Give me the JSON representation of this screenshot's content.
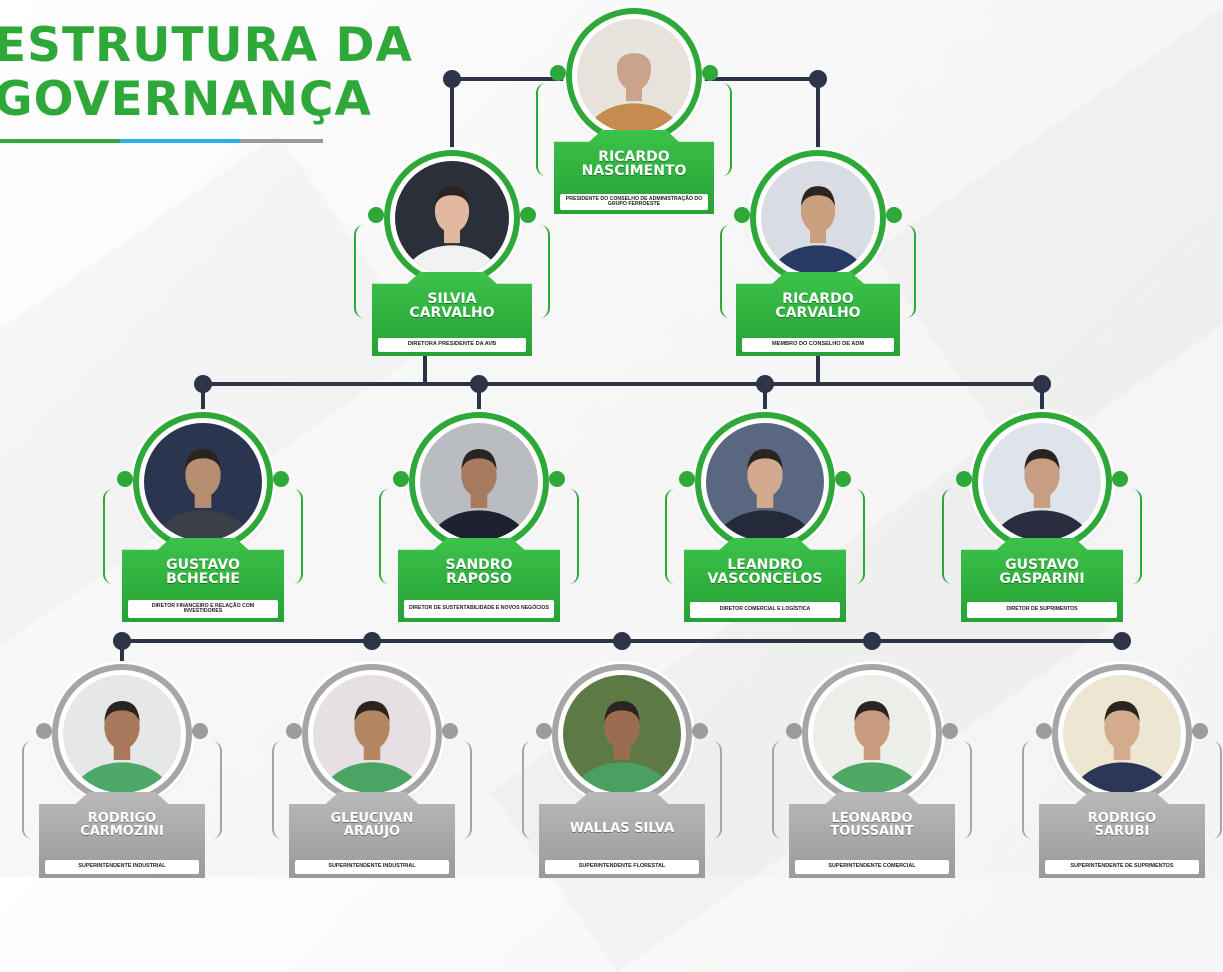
{
  "title": {
    "line1": "ESTRUTURA DA",
    "line2": "GOVERNANÇA"
  },
  "colors": {
    "green": "#2fa83a",
    "navy": "#2e3448",
    "gray": "#a6a6a6",
    "accent_blue": "#28b0e6"
  },
  "people": [
    {
      "name_l1": "RICARDO",
      "name_l2": "NASCIMENTO",
      "role": "PRESIDENTE DO CONSELHO DE ADMINISTRAÇÃO DO GRUPO FERROESTE",
      "tier": "green"
    },
    {
      "name_l1": "SILVIA",
      "name_l2": "CARVALHO",
      "role": "DIRETORA PRESIDENTE DA AVB",
      "tier": "green"
    },
    {
      "name_l1": "RICARDO",
      "name_l2": "CARVALHO",
      "role": "MEMBRO DO CONSELHO DE ADM",
      "tier": "green"
    },
    {
      "name_l1": "GUSTAVO",
      "name_l2": "BCHECHE",
      "role": "DIRETOR FINANCEIRO E RELAÇÃO COM INVESTIDORES",
      "tier": "green"
    },
    {
      "name_l1": "SANDRO",
      "name_l2": "RAPOSO",
      "role": "DIRETOR DE SUSTENTABILIDADE E NOVOS NEGÓCIOS",
      "tier": "green"
    },
    {
      "name_l1": "LEANDRO",
      "name_l2": "VASCONCELOS",
      "role": "DIRETOR COMERCIAL E LOGÍSTICA",
      "tier": "green"
    },
    {
      "name_l1": "GUSTAVO",
      "name_l2": "GASPARINI",
      "role": "DIRETOR DE SUPRIMENTOS",
      "tier": "green"
    },
    {
      "name_l1": "RODRIGO",
      "name_l2": "CARMOZINI",
      "role": "SUPERINTENDENTE INDUSTRIAL",
      "tier": "gray"
    },
    {
      "name_l1": "GLEUCIVAN",
      "name_l2": "ARAÚJO",
      "role": "SUPERINTENDENTE INDUSTRIAL",
      "tier": "gray"
    },
    {
      "name_l1": "WALLAS SILVA",
      "name_l2": "",
      "role": "SUPERINTENDENTE FLORESTAL",
      "tier": "gray"
    },
    {
      "name_l1": "LEONARDO",
      "name_l2": "TOUSSAINT",
      "role": "SUPERINTENDENTE COMERCIAL",
      "tier": "gray"
    },
    {
      "name_l1": "RODRIGO",
      "name_l2": "SARUBI",
      "role": "SUPERINTENDENTE DE SUPRIMENTOS",
      "tier": "gray"
    }
  ]
}
